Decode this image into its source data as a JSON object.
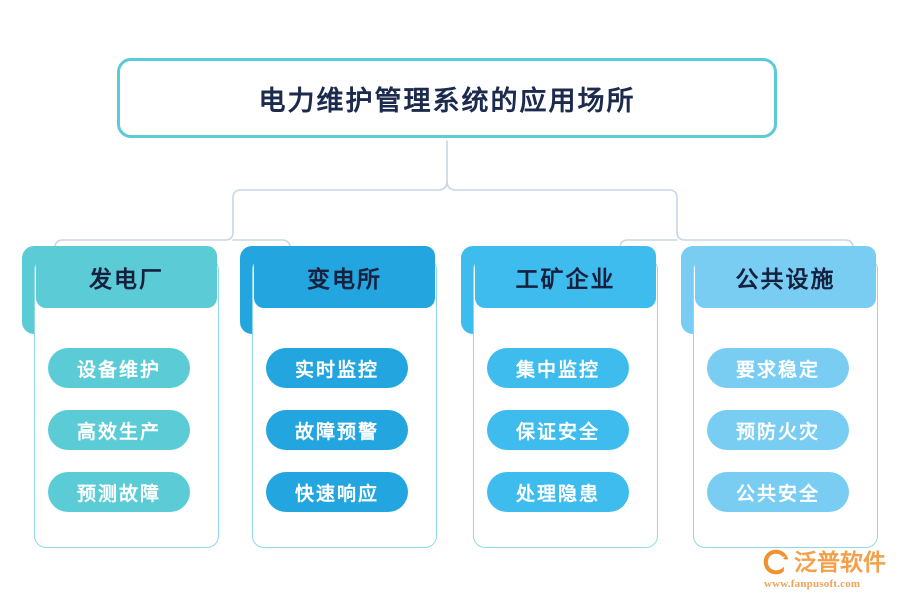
{
  "diagram": {
    "type": "hierarchy-tree",
    "root": {
      "title": "电力维护管理系统的应用场所",
      "border_color": "#5bccd6",
      "text_color": "#1c2a4e"
    },
    "connector_color": "#c8d6e5",
    "branches": [
      {
        "id": "power-plant",
        "header": "发电厂",
        "color": "#5bccd6",
        "border_color": "#8fd9e8",
        "items": [
          "设备维护",
          "高效生产",
          "预测故障"
        ]
      },
      {
        "id": "substation",
        "header": "变电所",
        "color": "#23a6df",
        "border_color": "#8fd9e8",
        "items": [
          "实时监控",
          "故障预警",
          "快速响应"
        ]
      },
      {
        "id": "industrial-mining",
        "header": "工矿企业",
        "color": "#3fbcee",
        "border_color": "#8fd9e8",
        "items": [
          "集中监控",
          "保证安全",
          "处理隐患"
        ]
      },
      {
        "id": "public-facility",
        "header": "公共设施",
        "color": "#79cdf2",
        "border_color": "#8fd9e8",
        "items": [
          "要求稳定",
          "预防火灾",
          "公共安全"
        ]
      }
    ]
  },
  "branding": {
    "logo_icon": "fanpu-swoosh-icon",
    "name": "泛普软件",
    "url": "www.fanpusoft.com",
    "color": "#f4a04a"
  }
}
